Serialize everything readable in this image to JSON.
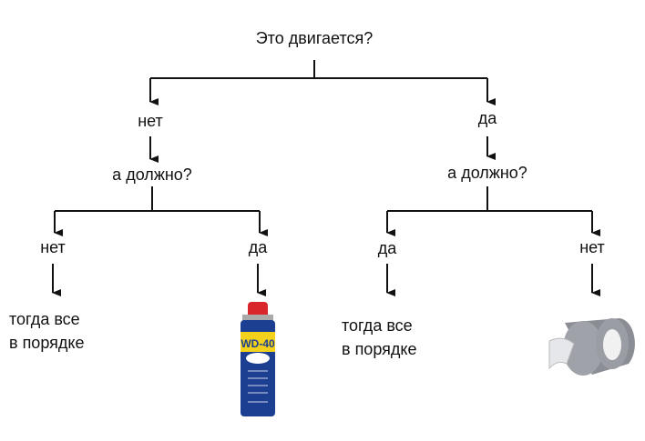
{
  "root_question": "Это двигается?",
  "left": {
    "answer": "нет",
    "question": "а должно?",
    "branches": [
      {
        "answer": "нет",
        "result_line1": "тогда все",
        "result_line2": "в порядке"
      },
      {
        "answer": "да",
        "result_image": "wd40-can",
        "can_label": "WD-40"
      }
    ]
  },
  "right": {
    "answer": "да",
    "question": "а должно?",
    "branches": [
      {
        "answer": "да",
        "result_line1": "тогда все",
        "result_line2": "в порядке"
      },
      {
        "answer": "нет",
        "result_image": "duct-tape"
      }
    ]
  }
}
